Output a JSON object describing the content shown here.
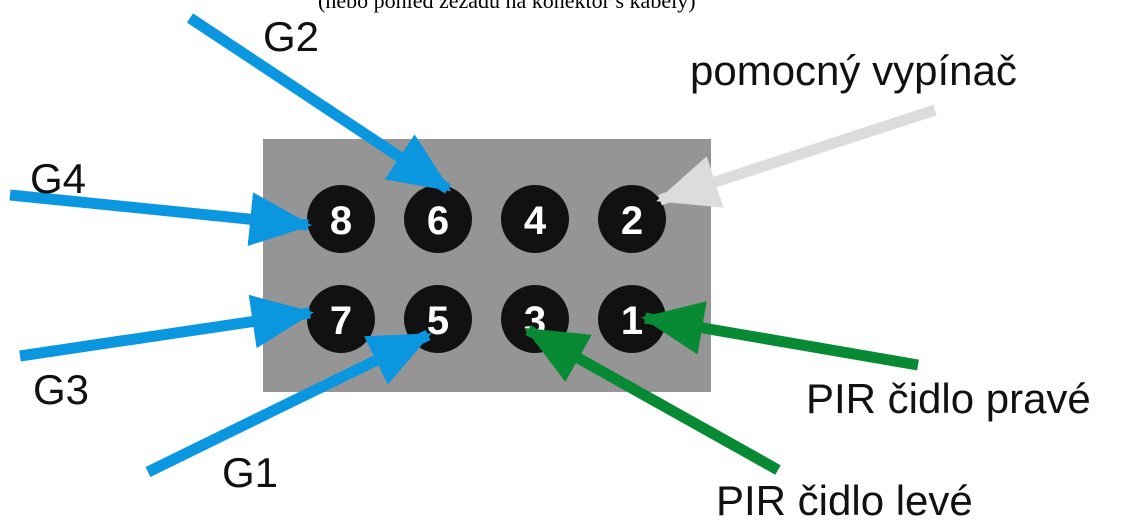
{
  "caption": "(nebo pohled zezadu na konektor s kabely)",
  "connector": {
    "body_color": "#959595",
    "pin_color": "#111111",
    "pins": {
      "p1": "1",
      "p2": "2",
      "p3": "3",
      "p4": "4",
      "p5": "5",
      "p6": "6",
      "p7": "7",
      "p8": "8"
    }
  },
  "labels": {
    "g1": "G1",
    "g2": "G2",
    "g3": "G3",
    "g4": "G4",
    "aux_switch": "pomocný vypínač",
    "pir_right": "PIR čidlo pravé",
    "pir_left": "PIR čidlo levé"
  },
  "colors": {
    "blue_arrow": "#0b96e0",
    "green_arrow": "#078a33",
    "gray_arrow": "#dcdcdc"
  }
}
